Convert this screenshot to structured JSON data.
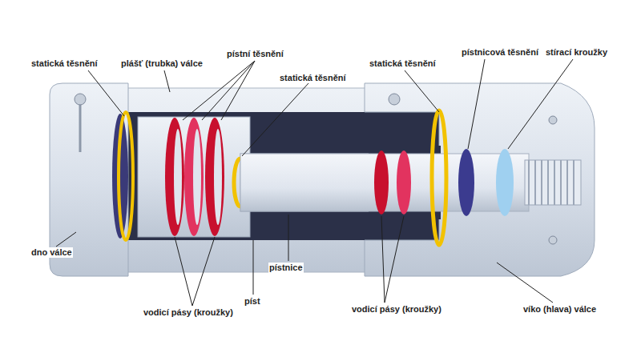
{
  "diagram": {
    "labels": [
      "statická těsnění",
      "plášť (trubka) válce",
      "pístní těsnění",
      "statická těsnění",
      "statická těsnění",
      "pístnicová těsnění",
      "stírací kroužky",
      "dno válce",
      "píst",
      "pístnice",
      "vodicí pásy (kroužky)",
      "vodicí pásy (kroužky)",
      "víko (hlava) válce"
    ]
  }
}
